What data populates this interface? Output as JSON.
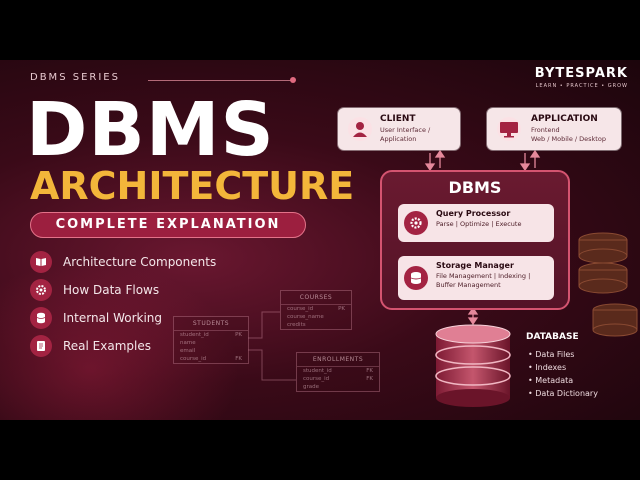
{
  "header": {
    "series": "DBMS SERIES",
    "title_line1": "DBMS",
    "title_line2": "ARCHITECTURE",
    "subtitle": "COMPLETE EXPLANATION"
  },
  "bullets": [
    {
      "label": "Architecture Components",
      "icon": "book-icon"
    },
    {
      "label": "How Data Flows",
      "icon": "gear-icon"
    },
    {
      "label": "Internal Working",
      "icon": "database-icon"
    },
    {
      "label": "Real Examples",
      "icon": "document-icon"
    }
  ],
  "brand": {
    "name": "BYTESPARK",
    "tagline": "LEARN • PRACTICE • GROW"
  },
  "schema": {
    "students": {
      "title": "STUDENTS",
      "rows": [
        [
          "student_id",
          "PK"
        ],
        [
          "name",
          ""
        ],
        [
          "email",
          ""
        ],
        [
          "course_id",
          "FK"
        ]
      ]
    },
    "courses": {
      "title": "COURSES",
      "rows": [
        [
          "course_id",
          "PK"
        ],
        [
          "course_name",
          ""
        ],
        [
          "credits",
          ""
        ]
      ]
    },
    "enrollments": {
      "title": "ENROLLMENTS",
      "rows": [
        [
          "student_id",
          "FK"
        ],
        [
          "course_id",
          "FK"
        ],
        [
          "grade",
          ""
        ]
      ]
    }
  },
  "client": {
    "title": "CLIENT",
    "line1": "User Interface /",
    "line2": "Application",
    "icon": "user-icon"
  },
  "application": {
    "title": "APPLICATION",
    "line1": "Frontend",
    "line2": "Web / Mobile / Desktop",
    "icon": "monitor-icon"
  },
  "dbms": {
    "title": "DBMS",
    "query_processor": {
      "title": "Query Processor",
      "sub": "Parse | Optimize | Execute",
      "icon": "gear-icon"
    },
    "storage_manager": {
      "title": "Storage Manager",
      "sub1": "File Management | Indexing |",
      "sub2": "Buffer Management",
      "icon": "database-icon"
    }
  },
  "database": {
    "label": "DATABASE",
    "items": [
      "Data Files",
      "Indexes",
      "Metadata",
      "Data Dictionary"
    ],
    "icon": "database-cylinder-icon"
  },
  "colors": {
    "accent": "#a32342",
    "title_gold": "#f3b63a",
    "background": "#3a0a18"
  }
}
